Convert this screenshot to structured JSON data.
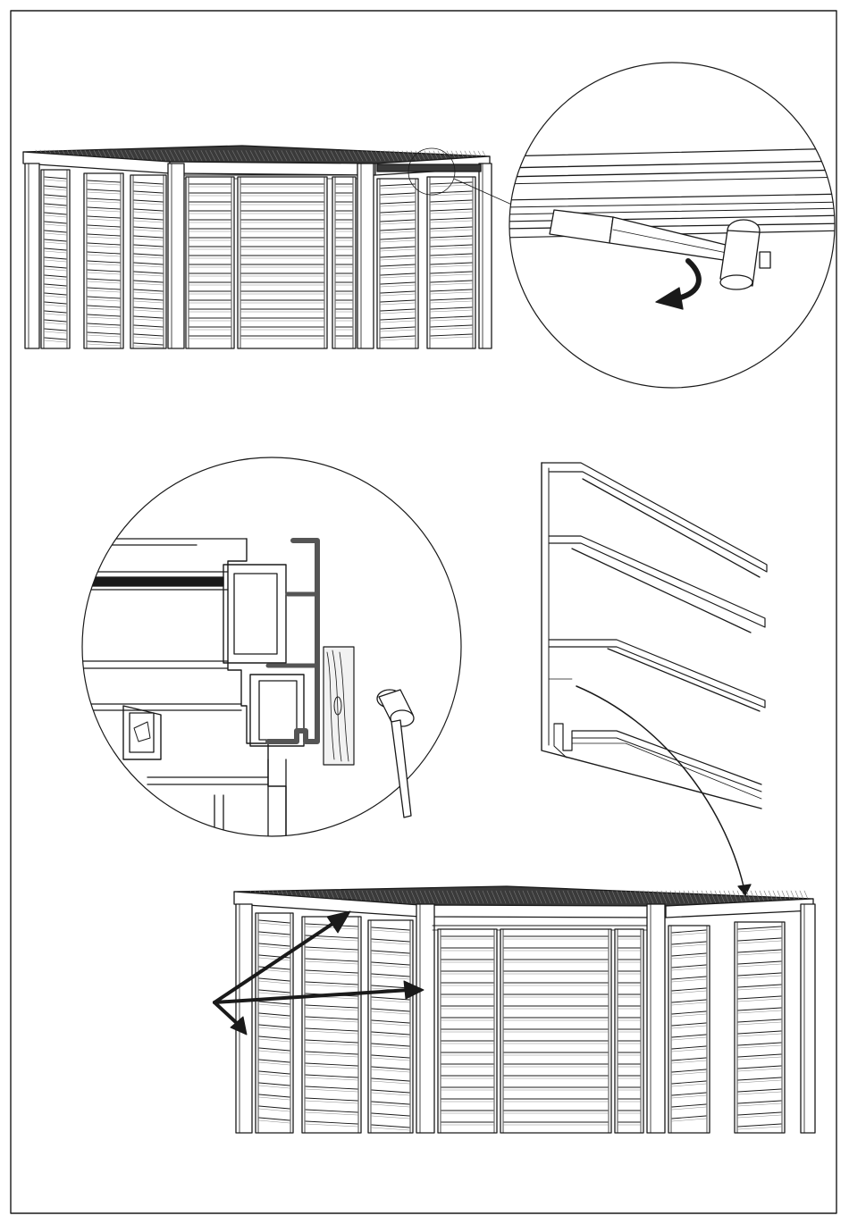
{
  "page": {
    "kind": "assembly-instruction-sheet",
    "line_color": "#1a1a1a",
    "fill_color": "#ffffff",
    "dark_fill": "#3a3a3a",
    "wood_fill": "#f2f2f2"
  },
  "steps": [
    {
      "id": "roof-panel-tap",
      "scene": "pergola-upper-view",
      "detail": "magnified-roof-slot-with-mallet",
      "motion": "curved-arrow"
    },
    {
      "id": "roof-profile-fit",
      "scene": "pergola-lower-view",
      "detail": "profile-cross-section-with-mallet-and-wood-block",
      "part": "roof-edge-profile",
      "pointers": 3
    }
  ],
  "icons": [
    "mallet-icon",
    "curved-arrow-icon",
    "pointer-arrow-icon"
  ]
}
